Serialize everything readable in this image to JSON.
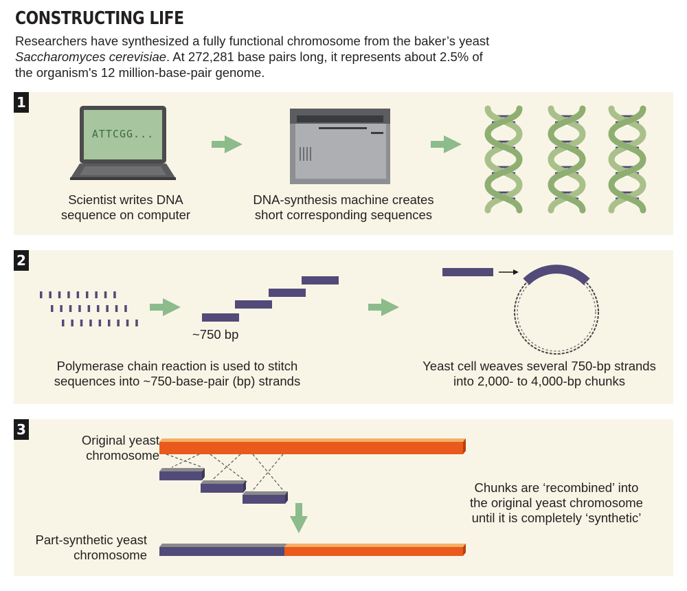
{
  "header": {
    "title": "CONSTRUCTING LIFE",
    "intro_line1": "Researchers have synthesized a fully functional chromosome from the baker’s yeast",
    "intro_species": "Saccharomyces cerevisiae",
    "intro_line2_rest": ". At 272,281 base pairs long, it represents about 2.5% of",
    "intro_line3": "the organism's 12 million-base-pair genome."
  },
  "step1": {
    "number": "1",
    "screen_text": "ATTCGG...",
    "caption_computer_l1": "Scientist writes DNA",
    "caption_computer_l2": "sequence on computer",
    "caption_machine_l1": "DNA-synthesis machine creates",
    "caption_machine_l2": "short corresponding sequences"
  },
  "step2": {
    "number": "2",
    "fragment_label": "~750 bp",
    "caption_pcr_l1": "Polymerase chain reaction is used to stitch",
    "caption_pcr_l2": "sequences into ~750-base-pair (bp) strands",
    "caption_yeast_l1": "Yeast cell weaves several 750-bp strands",
    "caption_yeast_l2": "into 2,000- to 4,000-bp chunks"
  },
  "step3": {
    "number": "3",
    "label_original_l1": "Original yeast",
    "label_original_l2": "chromosome",
    "label_part_l1": "Part-synthetic yeast",
    "label_part_l2": "chromosome",
    "caption_l1": "Chunks are ‘recombined’ into",
    "caption_l2": "the original yeast chromosome",
    "caption_l3": "until it is completely ‘synthetic’"
  },
  "colors": {
    "panel_bg": "#f8f5e6",
    "arrow_green": "#8cbb8c",
    "synthetic_purple": "#524a78",
    "natural_orange": "#ea5a1c",
    "dna_green": "#a9c08a"
  },
  "icons": [
    "laptop-icon",
    "synthesis-machine-icon",
    "dna-helix-icon",
    "circular-plasmid-icon"
  ]
}
